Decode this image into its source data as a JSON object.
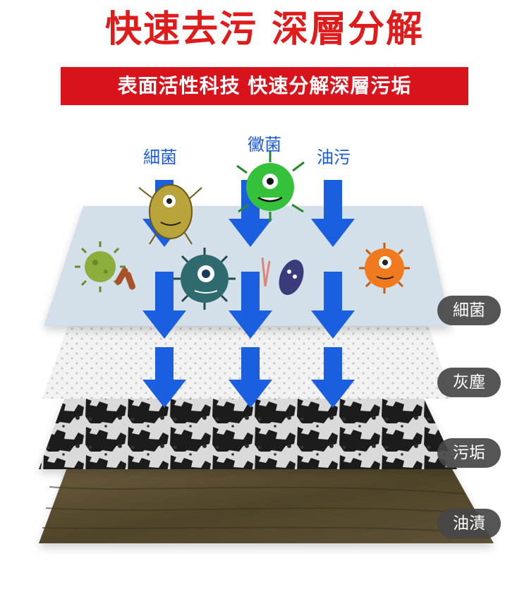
{
  "headline": "快速去污 深層分解",
  "subheadline": "表面活性科技 快速分解深層污垢",
  "top_labels": {
    "bacteria": "細菌",
    "mold": "黴菌",
    "grease": "油污"
  },
  "layer_tags": [
    "細菌",
    "灰塵",
    "污垢",
    "油漬"
  ],
  "colors": {
    "headline": "#e01b1b",
    "banner": "#d9131b",
    "arrow": "#1a5fe0",
    "label_blue": "#1e5bd8",
    "layer_bacteria": "#d3e0ea",
    "layer_dust": "#eeeeee",
    "layer_dirt": "#2a2a2a",
    "layer_grease": "#5a4e32",
    "tag_bg": "#464646"
  }
}
